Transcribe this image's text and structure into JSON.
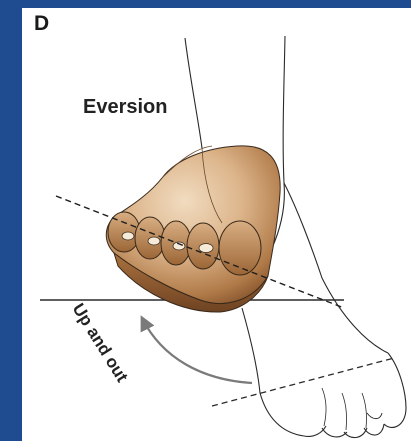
{
  "figure": {
    "panel_label": "D",
    "motion_label": "Eversion",
    "direction_label": "Up and out"
  },
  "colors": {
    "frame": "#1f4b91",
    "background": "#ffffff",
    "skin_light": "#ead2b3",
    "skin_mid": "#c9955f",
    "skin_dark": "#8f5a30",
    "outline": "#2a2a2a",
    "arrow": "#7a7a7a"
  }
}
